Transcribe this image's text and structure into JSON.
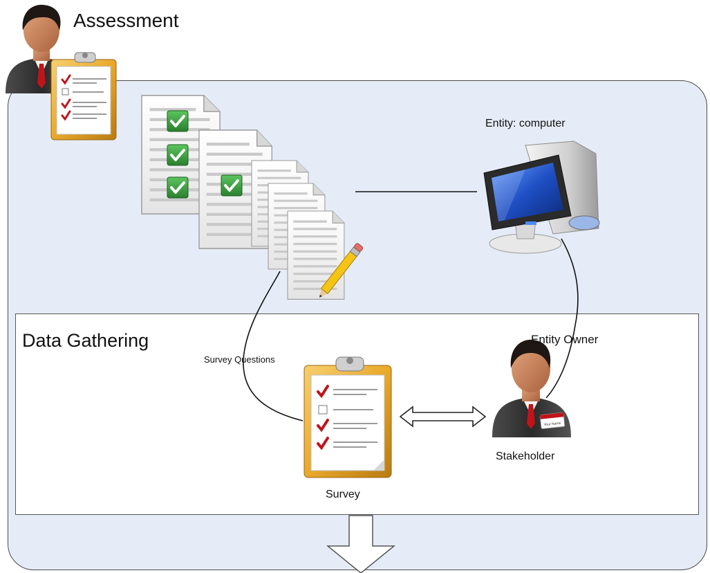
{
  "diagram": {
    "assessment_title": "Assessment",
    "data_gathering_title": "Data Gathering",
    "entity_label": "Entity: computer",
    "entity_owner_label": "Entity Owner",
    "survey_questions_label": "Survey Questions",
    "survey_label": "Survey",
    "stakeholder_label": "Stakeholder",
    "badge_text": "Your Name"
  },
  "colors": {
    "outer_fill": "#e6ecf7",
    "clipboard_gold": "#e9a92b",
    "check_green": "#3ea442",
    "tie_red": "#c0141a",
    "monitor_blue": "#1f4fc4"
  },
  "icons": [
    "assessor-clipboard-icon",
    "document-stack-icon",
    "pencil-icon",
    "computer-icon",
    "survey-clipboard-icon",
    "stakeholder-icon",
    "double-arrow-icon",
    "down-arrow-icon"
  ]
}
